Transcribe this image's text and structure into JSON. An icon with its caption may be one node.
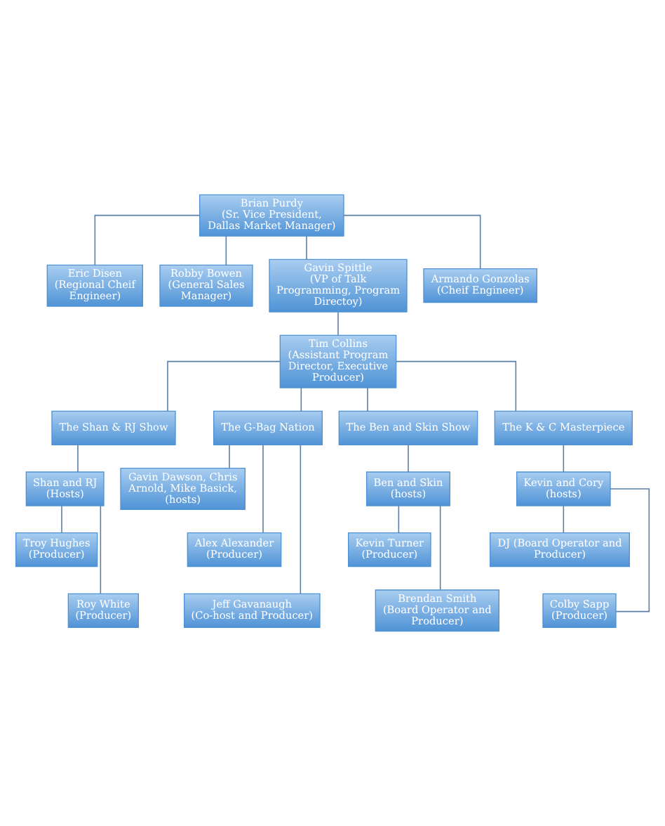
{
  "diagram": {
    "nodes": [
      {
        "text": [
          "Brian Purdy",
          "(Sr. Vice President, Dallas Market Manager)"
        ]
      },
      {
        "text": [
          "Eric Disen",
          "(Regional Cheif Engineer)"
        ]
      },
      {
        "text": [
          "Robby Bowen",
          "(General Sales Manager)"
        ]
      },
      {
        "text": [
          "Gavin Spittle",
          "(VP of Talk Programming, Program Directoy)"
        ]
      },
      {
        "text": [
          "Armando Gonzolas",
          "(Cheif Engineer)"
        ]
      },
      {
        "text": [
          "Tim Collins",
          "(Assistant Program Director, Executive Producer)"
        ]
      },
      {
        "text": [
          "The Shan & RJ Show"
        ]
      },
      {
        "text": [
          "The G-Bag Nation"
        ]
      },
      {
        "text": [
          "The Ben and Skin Show"
        ]
      },
      {
        "text": [
          "The K & C Masterpiece"
        ]
      },
      {
        "text": [
          "Shan and RJ",
          "(Hosts)"
        ]
      },
      {
        "text": [
          "Gavin Dawson, Chris Arnold, Mike Basick, (hosts)"
        ]
      },
      {
        "text": [
          "Ben and Skin",
          "(hosts)"
        ]
      },
      {
        "text": [
          "Kevin and Cory",
          "(hosts)"
        ]
      },
      {
        "text": [
          "Troy Hughes",
          "(Producer)"
        ]
      },
      {
        "text": [
          "Alex Alexander",
          "(Producer)"
        ]
      },
      {
        "text": [
          "Kevin Turner",
          "(Producer)"
        ]
      },
      {
        "text": [
          "DJ (Board Operator and Producer)"
        ]
      },
      {
        "text": [
          "Roy White",
          "(Producer)"
        ]
      },
      {
        "text": [
          "Jeff Gavanaugh (Co-host and Producer)"
        ]
      },
      {
        "text": [
          "Brendan Smith",
          "(Board Operator and Producer)"
        ]
      },
      {
        "text": [
          "Colby Sapp",
          "(Producer)"
        ]
      }
    ],
    "edges": [
      {
        "from": 0,
        "to": 1,
        "arrow": "none"
      },
      {
        "from": 0,
        "to": 2,
        "arrow": "none"
      },
      {
        "from": 0,
        "to": 3,
        "arrow": "none"
      },
      {
        "from": 0,
        "to": 4,
        "arrow": "none"
      },
      {
        "from": 3,
        "to": 5,
        "arrow": "none"
      },
      {
        "from": 5,
        "to": 6,
        "arrow": "none"
      },
      {
        "from": 5,
        "to": 7,
        "arrow": "none"
      },
      {
        "from": 5,
        "to": 8,
        "arrow": "none"
      },
      {
        "from": 5,
        "to": 9,
        "arrow": "none"
      },
      {
        "from": 6,
        "to": 10,
        "arrow": "none"
      },
      {
        "from": 10,
        "to": 14,
        "arrow": "none"
      },
      {
        "from": 10,
        "to": 18,
        "arrow": "none"
      },
      {
        "from": 7,
        "to": 11,
        "arrow": "none"
      },
      {
        "from": 7,
        "to": 15,
        "arrow": "none"
      },
      {
        "from": 7,
        "to": 19,
        "arrow": "none"
      },
      {
        "from": 8,
        "to": 12,
        "arrow": "none"
      },
      {
        "from": 12,
        "to": 16,
        "arrow": "none"
      },
      {
        "from": 12,
        "to": 20,
        "arrow": "none"
      },
      {
        "from": 9,
        "to": 13,
        "arrow": "none"
      },
      {
        "from": 13,
        "to": 17,
        "arrow": "none"
      },
      {
        "from": 13,
        "to": 21,
        "arrow": "none"
      }
    ]
  }
}
